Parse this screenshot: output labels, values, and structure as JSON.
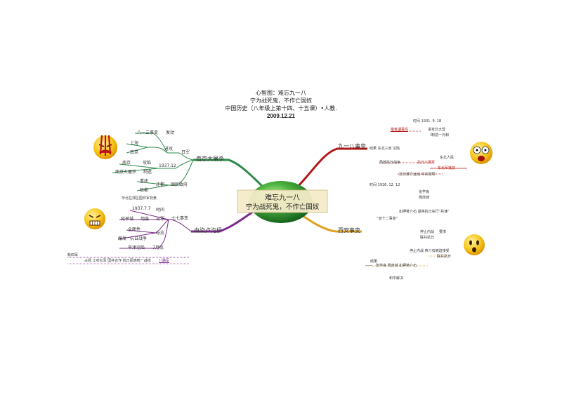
{
  "header": {
    "line1": "心智图：难忘九一八",
    "line2": "宁为战死鬼，不作亡国奴",
    "line3": "中国历史（八年级上第十四、十五课）•人教.",
    "date": "2009.12.21"
  },
  "center": {
    "line1": "难忘九一八",
    "line2": "宁为战死鬼，不作亡国奴"
  },
  "branches": {
    "nanjing": "南京大屠杀",
    "xuerang": "血染卢沟桥",
    "jiuyiba": "九一八事变",
    "xian": "西安事变"
  },
  "nanjing": {
    "riben": "日军",
    "yiersan": "八一三事变",
    "fadong": "发动",
    "jingong": "进攻",
    "shanghai": "上海",
    "nanjing_city": "南京",
    "date": "1937.12",
    "nanjing_a": "南京",
    "gongxian": "攻陷",
    "datusha": "南京大屠杀",
    "zhizao": "制造",
    "qianlu": "迁都",
    "chongqing": "重庆",
    "luodu": "陪都",
    "guomin": "国民政府",
    "note": "华北在郊区国日军背景"
  },
  "xuerang_data": {
    "qiqi": "七七事变",
    "date": "1937.7.7",
    "time": "时间",
    "wanping": "宛平城",
    "paohong": "炮轰",
    "rijun": "日军",
    "quanguo": "全面性",
    "biaozhi": "标志",
    "baofa": "爆发",
    "kangri": "抗日战争",
    "pingjin": "平津沦陷",
    "julyend": "7月底",
    "left_title": "新四军",
    "left_note": "占领 工农红军 国共合作 抗日民族统一战线",
    "left_link": "八路军"
  },
  "jiuyiba_data": {
    "time": "时间 1931. 9. 18",
    "event_label": "柳条湖事件",
    "note1": "进攻北大营",
    "note2": "（制造一元和",
    "result": "结果 东北三省 沦陷",
    "dongbei": "东北人民",
    "juqi": "局部抗日战争",
    "kangri_life": "抗日义勇军",
    "dongbei_army": "东北军抵抗",
    "anti": "抗日救亡运动·中共领导"
  },
  "xian_data": {
    "time": "时间  1936. 12. 12",
    "zhangxue": "张学良",
    "yanghu": "杨虎城",
    "bingjian": "兵谏",
    "shuangshier": "“双十二事变”",
    "detail": "扣押蒋介石  逼蒋抗日实行“兵谏”",
    "tingzhi": "停止内战",
    "yaoqiu": "要求",
    "gongtong": "联共抗日",
    "tingzhi2": "停止内战  蒋介石被迫接受",
    "lianhe": "联共抗日",
    "result": "结果",
    "result_note": "——、张学良 杨虎城 扣押蒋介石",
    "heping": "和平解决"
  },
  "colors": {
    "green": "#2e8b4b",
    "red": "#b01818",
    "purple": "#7a2b8a",
    "orange": "#e0a020",
    "center_green": "#3a9a3a",
    "emoji_yellow": "#f5c518"
  }
}
